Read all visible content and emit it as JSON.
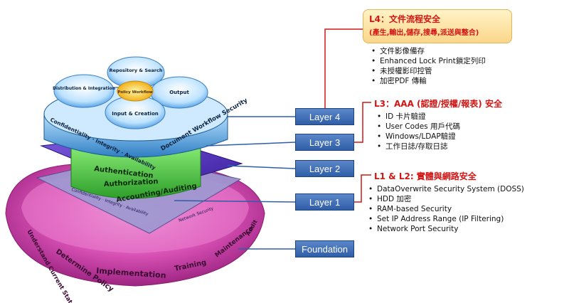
{
  "pyramid": {
    "petals": {
      "repository": "Repository & Search",
      "distribution": "Distribution & Integration",
      "output": "Output",
      "policy": "Policy Workflow",
      "input": "Input & Creation"
    },
    "layer4_ring": {
      "left_text": "Confidentiality · Integrity · Availability",
      "right_text": "Document Workflow Security"
    },
    "layer3_text": [
      "Authentication",
      "Authorization",
      "Accounting/Auditing"
    ],
    "layer1_text": {
      "left": "Confidentiality · Integrity · Availability",
      "right": "Network Security"
    },
    "foundation_segments": [
      "Understand Current State",
      "Determine Policy",
      "Implementation",
      "Training",
      "Maintenance",
      "Audit"
    ]
  },
  "buttons": {
    "layer4": "Layer 4",
    "layer3": "Layer 3",
    "layer2": "Layer 2",
    "layer1": "Layer 1",
    "foundation": "Foundation"
  },
  "l4": {
    "title": "L4：文件流程安全",
    "subtitle": "(產生,輸出,儲存,搜尋,派送與整合)",
    "items": [
      "文件影像備存",
      "Enhanced Lock Print鎖定列印",
      "未授權影印控管",
      "加密PDF 傳輸"
    ]
  },
  "l3": {
    "title": "L3：AAA (認證/授權/報表) 安全",
    "items": [
      "ID 卡片驗證",
      "User Codes 用戶代碼",
      "Windows/LDAP驗證",
      "工作日誌/存取日誌"
    ]
  },
  "l12": {
    "title": "L1 & L2: 實體與網路安全",
    "items": [
      "DataOverwrite Security System (DOSS)",
      "HDD 加密",
      "RAM-based Security",
      "Set IP Address Range (IP Filtering)",
      "Network Port Security"
    ]
  },
  "colors": {
    "accent_red": "#d21616",
    "button_blue": "#3a69b3",
    "layer4_blue": "#4aa3e0",
    "layer3_green": "#46c83c",
    "layer2_purple": "#5b3cc4",
    "foundation_pink": "#d64fb3"
  }
}
